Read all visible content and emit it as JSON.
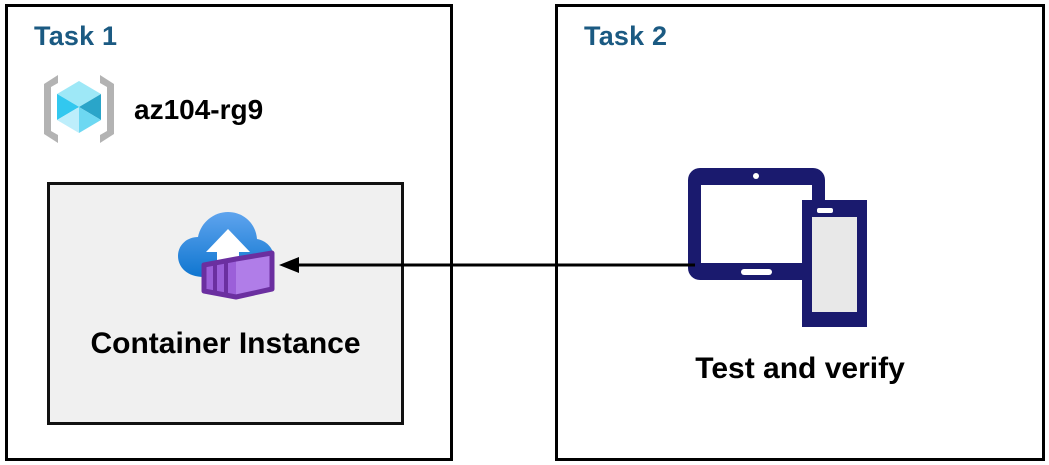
{
  "diagram": {
    "panels": [
      {
        "title": "Task 1",
        "resource_group": {
          "label": "az104-rg9",
          "icon": "resource-group-icon"
        },
        "resource": {
          "label": "Container Instance",
          "icon": "container-instance-icon"
        }
      },
      {
        "title": "Task 2",
        "action": {
          "label": "Test and verify",
          "icon": "devices-icon"
        }
      }
    ],
    "connector": {
      "icon": "arrow-left-icon",
      "direction": "right-to-left",
      "from": "Test and verify",
      "to": "Container Instance"
    },
    "colors": {
      "panel_border": "#000000",
      "title": "#1b5a82",
      "label": "#000000",
      "resource_box_fill": "#f0f0f0",
      "resource_box_border": "#111111",
      "device_navy": "#1a1a6e",
      "cloud_blue_light": "#57a0ea",
      "cloud_blue_dark": "#0f76d0",
      "container_purple": "#b07de8",
      "container_purple_dark": "#6b2fa0",
      "cube_cyan_light": "#9ee8f7",
      "cube_cyan": "#32c8ef",
      "cube_teal": "#2aa5c9",
      "bracket_gray": "#b3b3b3",
      "connector": "#000000"
    }
  }
}
